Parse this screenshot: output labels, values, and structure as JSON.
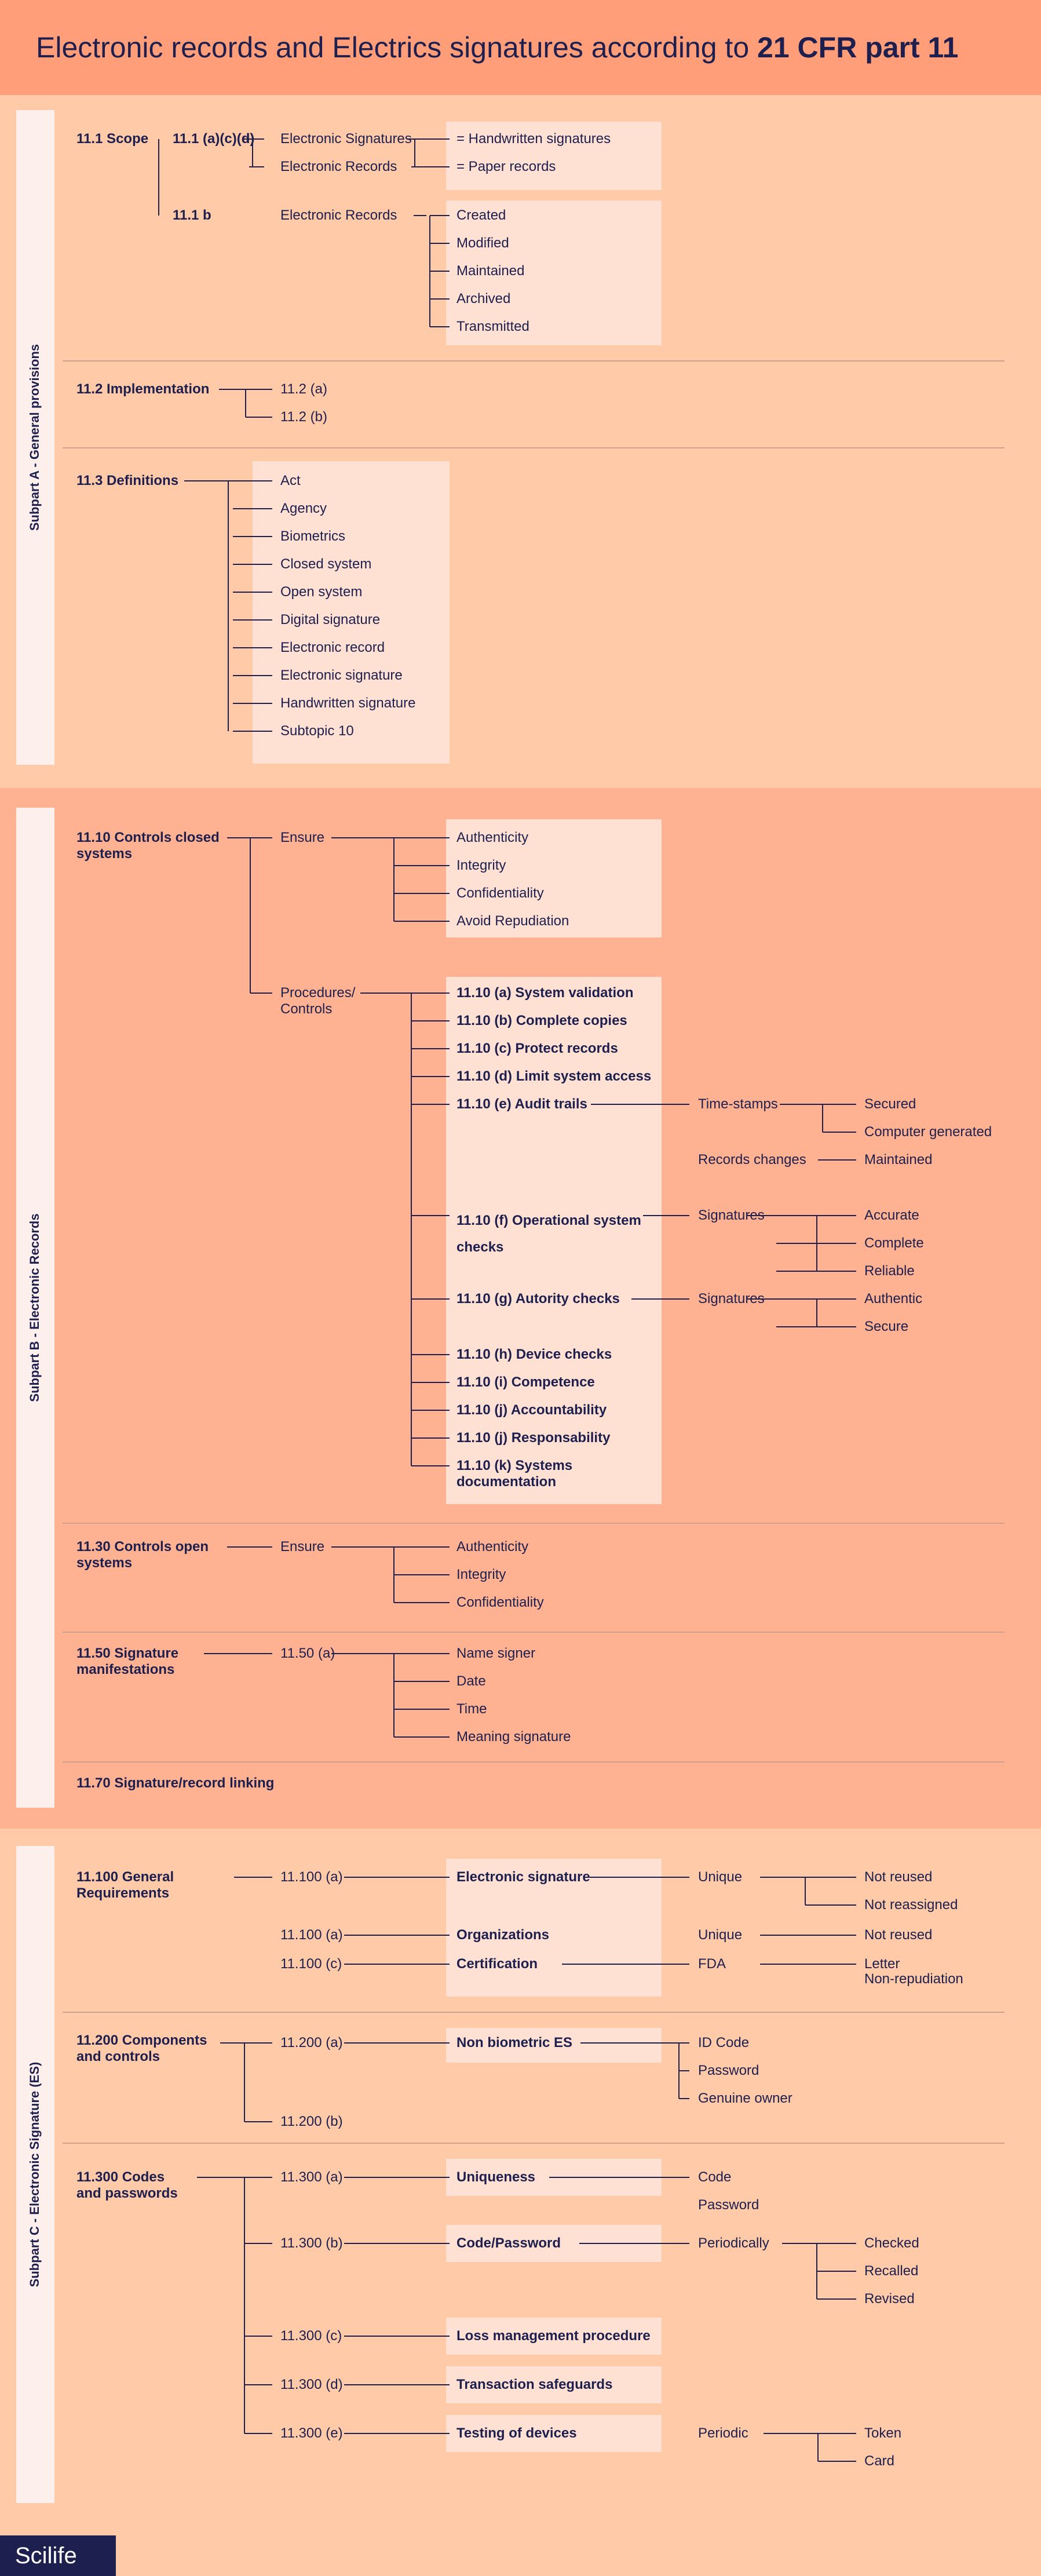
{
  "title": {
    "part1": "Electronic records and Electrics signatures according to ",
    "part2": "21 CFR part 11"
  },
  "colors": {
    "header": "#ff9e79",
    "sectionA": "#ffcaa8",
    "sectionB": "#ffb291",
    "sectionC": "#ffcaa8",
    "box": "#ffe1d4",
    "sidebar": "#fdf0ec",
    "ink": "#1d1f4e",
    "logo_bg": "#1d1f4e"
  },
  "subparts": {
    "a": "Subpart A - General provisions",
    "b": "Subpart B - Electronic Records",
    "c": "Subpart C - Electronic Signature (ES)"
  },
  "a": {
    "scope": "11.1 Scope",
    "acd": "11.1 (a)(c)(d)",
    "b1": "11.1 b",
    "es": "Electronic Signatures",
    "er1": "Electronic Records",
    "er2": "Electronic Records",
    "hw": "= Handwritten signatures",
    "pr": "= Paper records",
    "life": [
      "Created",
      "Modified",
      "Maintained",
      "Archived",
      "Transmitted"
    ],
    "impl": "11.2 Implementation",
    "impl_items": [
      "11.2 (a)",
      "11.2 (b)"
    ],
    "defs": "11.3 Definitions",
    "def_items": [
      "Act",
      "Agency",
      "Biometrics",
      "Closed system",
      "Open system",
      "Digital signature",
      "Electronic record",
      "Electronic signature",
      "Handwritten signature",
      "Subtopic 10"
    ]
  },
  "b": {
    "closed": "11.10 Controls closed systems",
    "ensure1": "Ensure",
    "ensure1_items": [
      "Authenticity",
      "Integrity",
      "Confidentiality",
      "Avoid Repudiation"
    ],
    "proc": "Procedures/ Controls",
    "s_a": "11.10 (a) System validation",
    "s_b": "11.10 (b) Complete copies",
    "s_c": "11.10 (c) Protect records",
    "s_d": "11.10 (d) Limit system access",
    "s_e": "11.10 (e) Audit trails",
    "timestamps": "Time-stamps",
    "secured": "Secured",
    "compgen": "Computer generated",
    "recchanges": "Records changes",
    "maintained": "Maintained",
    "s_f": "11.10 (f) Operational system checks",
    "sig1": "Signatures",
    "f_items": [
      "Accurate",
      "Complete",
      "Reliable"
    ],
    "s_g": "11.10 (g) Autority checks",
    "sig2": "Signatures",
    "g_items": [
      "Authentic",
      "Secure"
    ],
    "s_h": "11.10 (h) Device checks",
    "s_i": "11.10 (i) Competence",
    "s_j1": "11.10 (j) Accountability",
    "s_j2": "11.10 (j) Responsability",
    "s_k": "11.10 (k) Systems documentation",
    "open": "11.30 Controls open systems",
    "ensure2": "Ensure",
    "open_items": [
      "Authenticity",
      "Integrity",
      "Confidentiality"
    ],
    "manif": "11.50 Signature manifestations",
    "m50a": "11.50 (a)",
    "manif_items": [
      "Name signer",
      "Date",
      "Time",
      "Meaning signature"
    ],
    "link": "11.70 Signature/record linking"
  },
  "c": {
    "gen": "11.100 General Requirements",
    "r1": "11.100 (a)",
    "e1": "Electronic signature",
    "u1": "Unique",
    "nr1": "Not reused",
    "na": "Not reassigned",
    "r2": "11.100 (a)",
    "e2": "Organizations",
    "u2": "Unique",
    "nr2": "Not reused",
    "r3": "11.100 (c)",
    "e3": "Certification",
    "fda": "FDA",
    "letter": "Letter",
    "nonrep": "Non-repudiation",
    "comp": "11.200 Components and controls",
    "c200a": "11.200 (a)",
    "nbes": "Non biometric ES",
    "comp_items": [
      "ID Code",
      "Password",
      "Genuine owner"
    ],
    "c200b": "11.200 (b)",
    "codes": "11.300 Codes and passwords",
    "c300a": "11.300 (a)",
    "uniq": "Uniqueness",
    "code": "Code",
    "password": "Password",
    "c300b": "11.300 (b)",
    "codepw": "Code/Password",
    "periodically": "Periodically",
    "cpr": [
      "Checked",
      "Recalled",
      "Revised"
    ],
    "c300c": "11.300 (c)",
    "loss": "Loss management procedure",
    "c300d": "11.300 (d)",
    "trans": "Transaction safeguards",
    "c300e": "11.300 (e)",
    "testing": "Testing of devices",
    "periodic": "Periodic",
    "tc": [
      "Token",
      "Card"
    ]
  },
  "logo": "Scilife"
}
